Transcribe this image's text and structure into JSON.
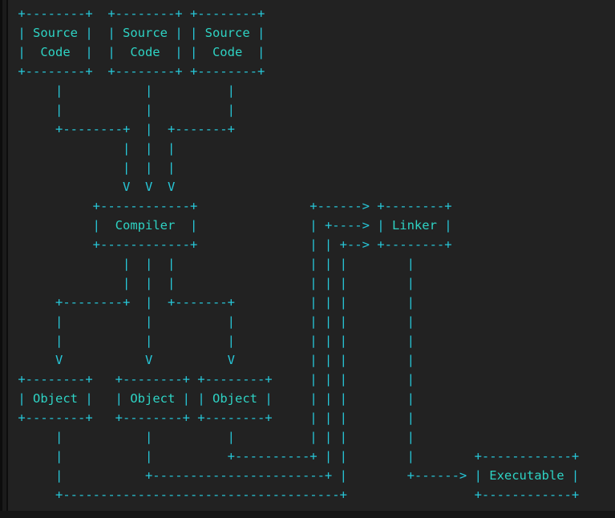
{
  "diagram": {
    "lines": [
      " +--------+  +--------+ +--------+",
      " | Source |  | Source | | Source |",
      " |  Code  |  |  Code  | |  Code  |",
      " +--------+  +--------+ +--------+",
      "      |           |          |",
      "      |           |          |",
      "      +--------+  |  +-------+",
      "               |  |  |",
      "               |  |  |",
      "               V  V  V",
      "           +------------+               +------> +--------+",
      "           |  Compiler  |               | +----> | Linker |",
      "           +------------+               | | +--> +--------+",
      "               |  |  |                  | | |        |",
      "               |  |  |                  | | |        |",
      "      +--------+  |  +-------+          | | |        |",
      "      |           |          |          | | |        |",
      "      |           |          |          | | |        |",
      "      V           V          V          | | |        |",
      " +--------+   +--------+ +--------+     | | |        |",
      " | Object |   | Object | | Object |     | | |        |",
      " +--------+   +--------+ +--------+     | | |        |",
      "      |           |          |          | | |        |",
      "      |           |          +----------+ | |        |        +------------+",
      "      |           +-----------------------+ |        +------> | Executable |",
      "      +-------------------------------------+                 +------------+"
    ]
  },
  "nodes": {
    "sources": [
      "Source Code",
      "Source Code",
      "Source Code"
    ],
    "compiler": "Compiler",
    "objects": [
      "Object",
      "Object",
      "Object"
    ],
    "linker": "Linker",
    "executable": "Executable"
  },
  "colors": {
    "window_edge": "#0d0d0d",
    "gutter_bar": "#1b1b1b",
    "editor_background": "#222222",
    "bottom_strip": "#151515",
    "line_color": "#27c7d8",
    "label_color": "#2ed3c4"
  }
}
